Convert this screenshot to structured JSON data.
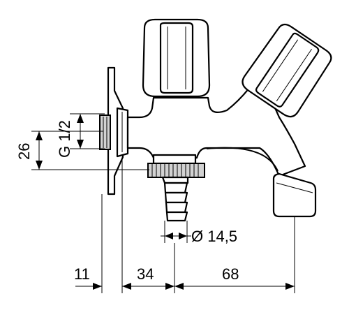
{
  "dimensions": {
    "thread": "G 1/2",
    "offset": "26",
    "diameter": "Ø 14,5",
    "wall": "11",
    "hose_offset": "34",
    "outlet_offset": "68"
  }
}
